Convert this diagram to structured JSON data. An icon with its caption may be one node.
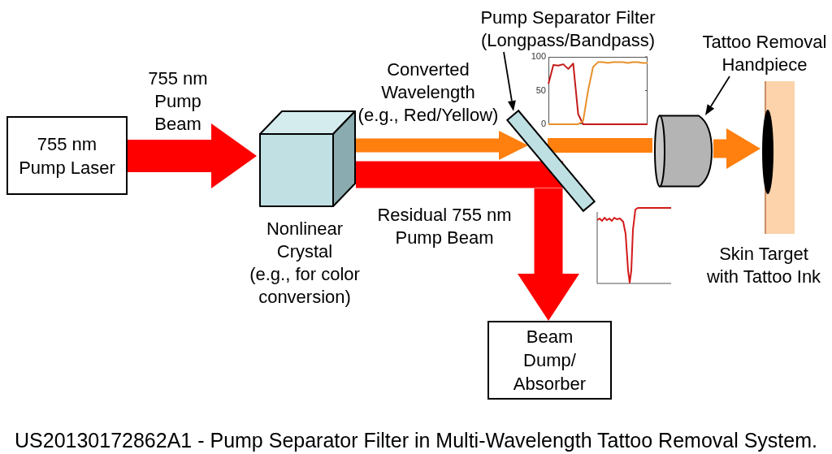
{
  "diagram": {
    "caption": "US20130172862A1 - Pump Separator Filter in Multi-Wavelength Tattoo Removal System.",
    "nodes": [
      {
        "text": [
          "755 nm Pump Laser"
        ]
      },
      {
        "text": [],
        "shape": "cube",
        "beside": [
          "Nonlinear Crystal (e.g., for color conversion)"
        ]
      },
      {
        "text": [
          "Pump Separator Filter (Longpass/Bandpass)"
        ]
      },
      {
        "text": [],
        "shape": "bar"
      },
      {
        "text": [
          "Tattoo Removal Handpiece"
        ]
      },
      {
        "text": [],
        "shape": "cylinder"
      },
      {
        "text": [],
        "shape": "bar",
        "beside": [
          "Skin Target with Tattoo Ink"
        ]
      },
      {
        "text": [
          "Beam Dump/ Absorber"
        ]
      }
    ],
    "edges": [
      {
        "from": 0,
        "to": 1,
        "arrow": "to",
        "label": "755 nm Pump Beam",
        "style": "thick",
        "color": "#ff0000"
      },
      {
        "from": 1,
        "to": 3,
        "arrow": "to",
        "label": "Converted Wavelength (e.g., Red/Yellow)",
        "color": "#ff7f0f"
      },
      {
        "from": 1,
        "to": 3,
        "arrow": "none",
        "label": "Residual 755 nm Pump Beam",
        "style": "thick",
        "color": "#ff0000"
      },
      {
        "from": 3,
        "to": 7,
        "arrow": "to",
        "style": "thick",
        "color": "#ff0000"
      },
      {
        "from": 3,
        "to": 5,
        "arrow": "none",
        "color": "#ff7f0f"
      },
      {
        "from": 5,
        "to": 6,
        "arrow": "to",
        "color": "#ff7f0f"
      },
      {
        "from": 2,
        "to": 3,
        "arrow": "to",
        "color": "#000000"
      },
      {
        "from": 4,
        "to": 5,
        "arrow": "to",
        "color": "#000000"
      }
    ],
    "chart_data": {
      "type": "line",
      "ylim": [
        0,
        100
      ],
      "yticks": [
        0,
        50,
        100
      ],
      "series": [
        {
          "color": "#c41a1a",
          "values": [
            60,
            88,
            87,
            89,
            82,
            90,
            15,
            0,
            0,
            0,
            0,
            0,
            0,
            0,
            0,
            0,
            0,
            0,
            0,
            0,
            0
          ]
        },
        {
          "color": "#e8902a",
          "values": [
            0,
            0,
            0,
            0,
            0,
            0,
            0,
            5,
            50,
            85,
            92,
            92,
            91,
            92,
            92,
            92,
            91,
            92,
            92,
            91,
            91
          ]
        }
      ]
    }
  }
}
